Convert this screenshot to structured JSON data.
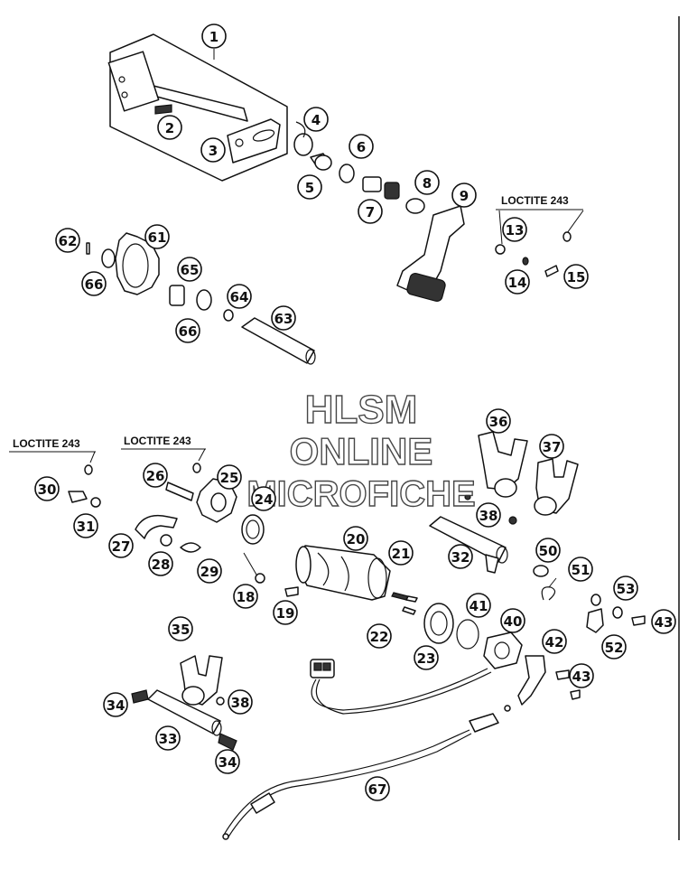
{
  "watermark": {
    "line1": "HLSM",
    "line2": "ONLINE",
    "line3": "MICROFICHE"
  },
  "notes": {
    "loctite_upper": "LOCTITE 243",
    "loctite_left": "LOCTITE 243",
    "loctite_middle": "LOCTITE 243"
  },
  "callouts": [
    "1",
    "2",
    "3",
    "4",
    "5",
    "6",
    "7",
    "8",
    "9",
    "13",
    "14",
    "15",
    "61",
    "62",
    "63",
    "64",
    "65",
    "66",
    "66",
    "30",
    "31",
    "26",
    "25",
    "24",
    "27",
    "28",
    "29",
    "18",
    "19",
    "20",
    "21",
    "22",
    "23",
    "41",
    "40",
    "36",
    "37",
    "38",
    "32",
    "50",
    "51",
    "53",
    "43",
    "42",
    "52",
    "43",
    "35",
    "38",
    "34",
    "33",
    "34",
    "67"
  ]
}
